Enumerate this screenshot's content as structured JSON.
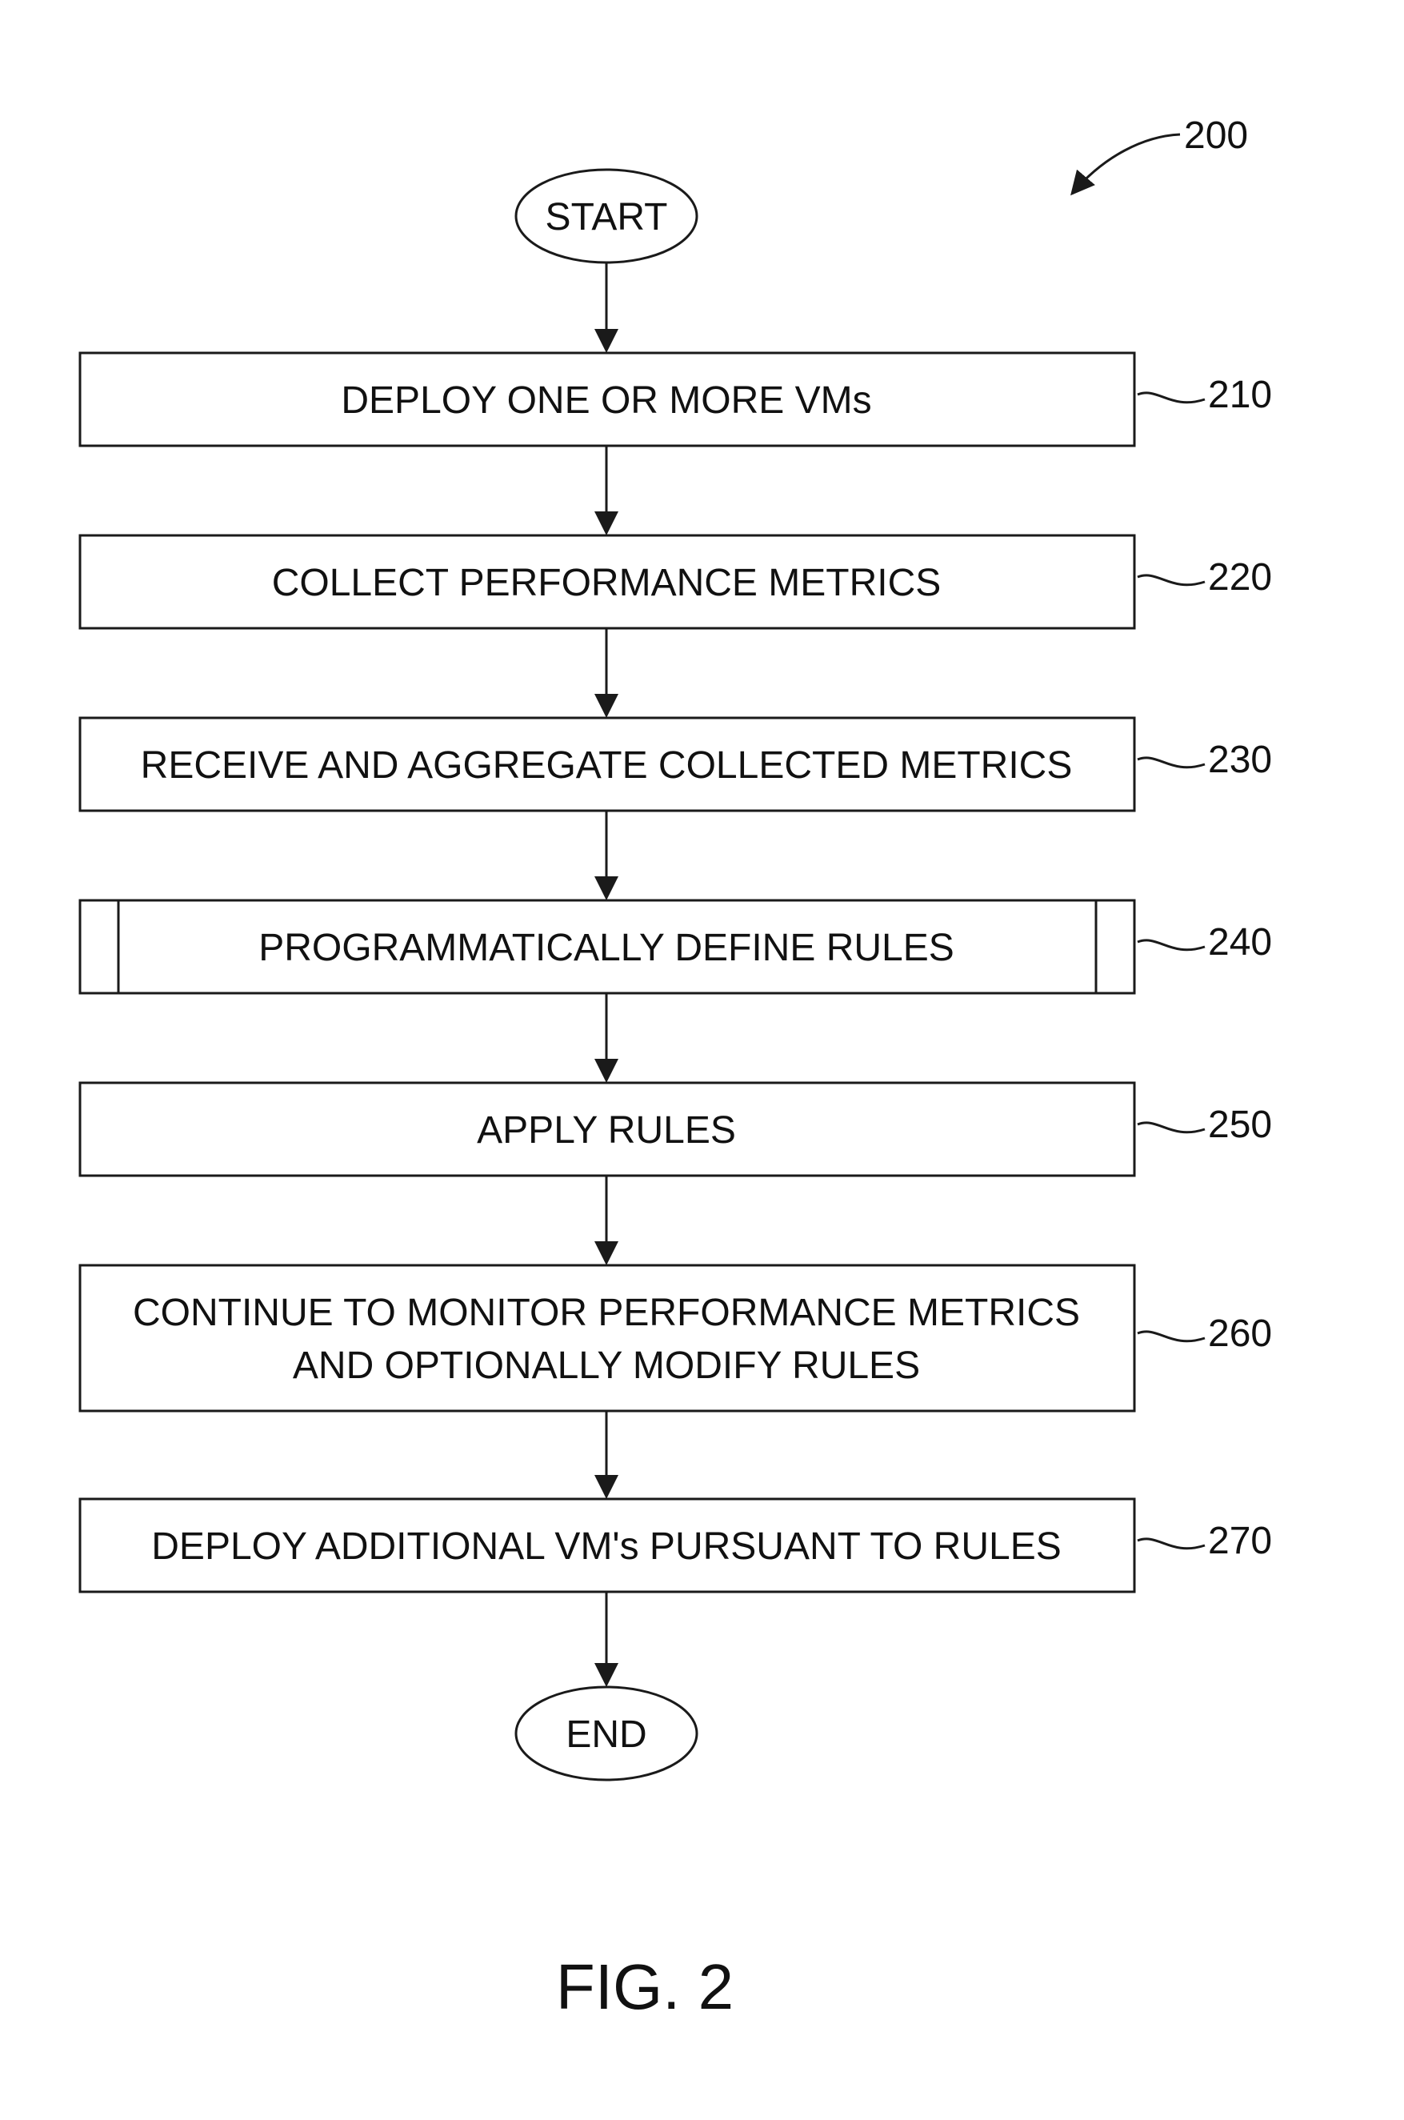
{
  "figure": {
    "ref_number": "200",
    "caption": "FIG. 2"
  },
  "terminals": {
    "start": "START",
    "end": "END"
  },
  "steps": [
    {
      "ref": "210",
      "lines": [
        "DEPLOY ONE OR MORE VMs"
      ]
    },
    {
      "ref": "220",
      "lines": [
        "COLLECT PERFORMANCE METRICS"
      ]
    },
    {
      "ref": "230",
      "lines": [
        "RECEIVE AND AGGREGATE COLLECTED METRICS"
      ]
    },
    {
      "ref": "240",
      "lines": [
        "PROGRAMMATICALLY DEFINE RULES"
      ],
      "predefined_process": true
    },
    {
      "ref": "250",
      "lines": [
        "APPLY RULES"
      ]
    },
    {
      "ref": "260",
      "lines": [
        "CONTINUE TO MONITOR PERFORMANCE METRICS",
        "AND OPTIONALLY MODIFY RULES"
      ]
    },
    {
      "ref": "270",
      "lines": [
        "DEPLOY ADDITIONAL VM's PURSUANT TO RULES"
      ]
    }
  ]
}
